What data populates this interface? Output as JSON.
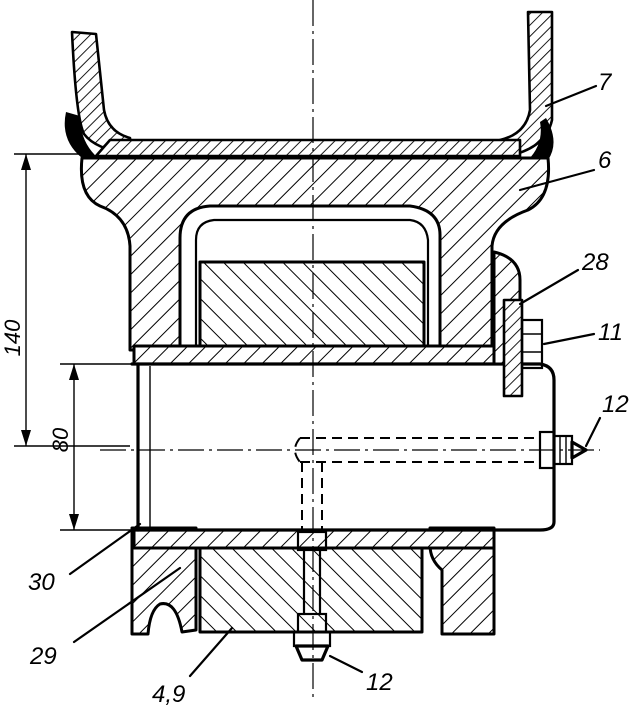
{
  "callouts": {
    "label_7": "7",
    "label_6": "6",
    "label_28": "28",
    "label_11": "11",
    "label_12_right": "12",
    "label_30": "30",
    "label_29": "29",
    "label_4_9": "4,9",
    "label_12_bottom": "12"
  },
  "dimensions": {
    "dim_140": "140",
    "dim_80": "80"
  }
}
